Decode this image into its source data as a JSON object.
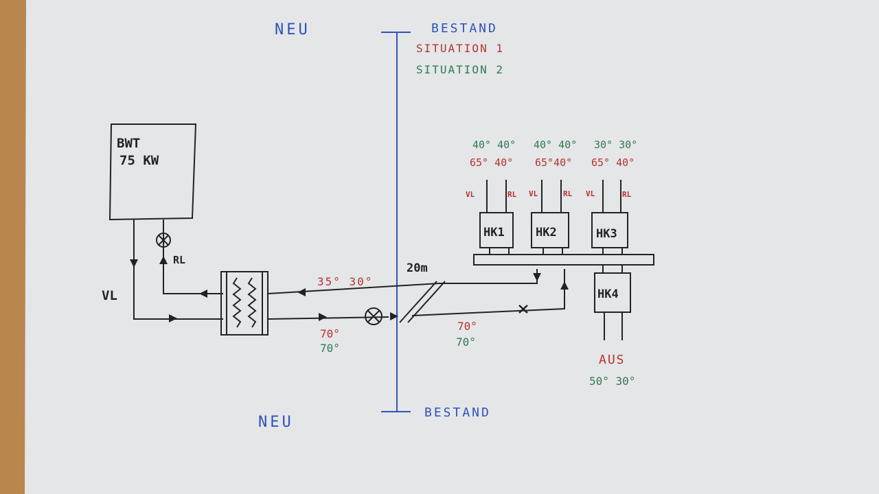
{
  "colors": {
    "paper": "#e4e6e8",
    "desk": "#c99a62",
    "ink_black": "#222222",
    "ink_blue": "#2f52b8",
    "ink_red": "#b8322d",
    "ink_green": "#2f7a52"
  },
  "header": {
    "neu": "NEU",
    "bestand": "BESTAND",
    "situation1": "SITUATION 1",
    "situation2": "SITUATION 2"
  },
  "footer": {
    "neu": "NEU",
    "bestand": "BESTAND"
  },
  "boiler": {
    "line1": "BWT",
    "line2": "75 KW"
  },
  "labels": {
    "vl": "VL",
    "rl": "RL",
    "distance": "20m"
  },
  "temperatures": {
    "return_left": "35° 30°",
    "supply_left_s1": "70°",
    "supply_left_s2": "70°",
    "supply_right_s1": "70°",
    "supply_right_s2": "70°"
  },
  "circuits": [
    {
      "name": "HK1",
      "situation2": "40° 40°",
      "situation1": "65° 40°",
      "vl": "VL",
      "rl": "RL"
    },
    {
      "name": "HK2",
      "situation2": "40° 40°",
      "situation1": "65°40°",
      "vl": "VL",
      "rl": "RL"
    },
    {
      "name": "HK3",
      "situation2": "30° 30°",
      "situation1": "65° 40°",
      "vl": "VL",
      "rl": "RL"
    },
    {
      "name": "HK4",
      "status": "AUS",
      "situation2": "50° 30°"
    }
  ]
}
